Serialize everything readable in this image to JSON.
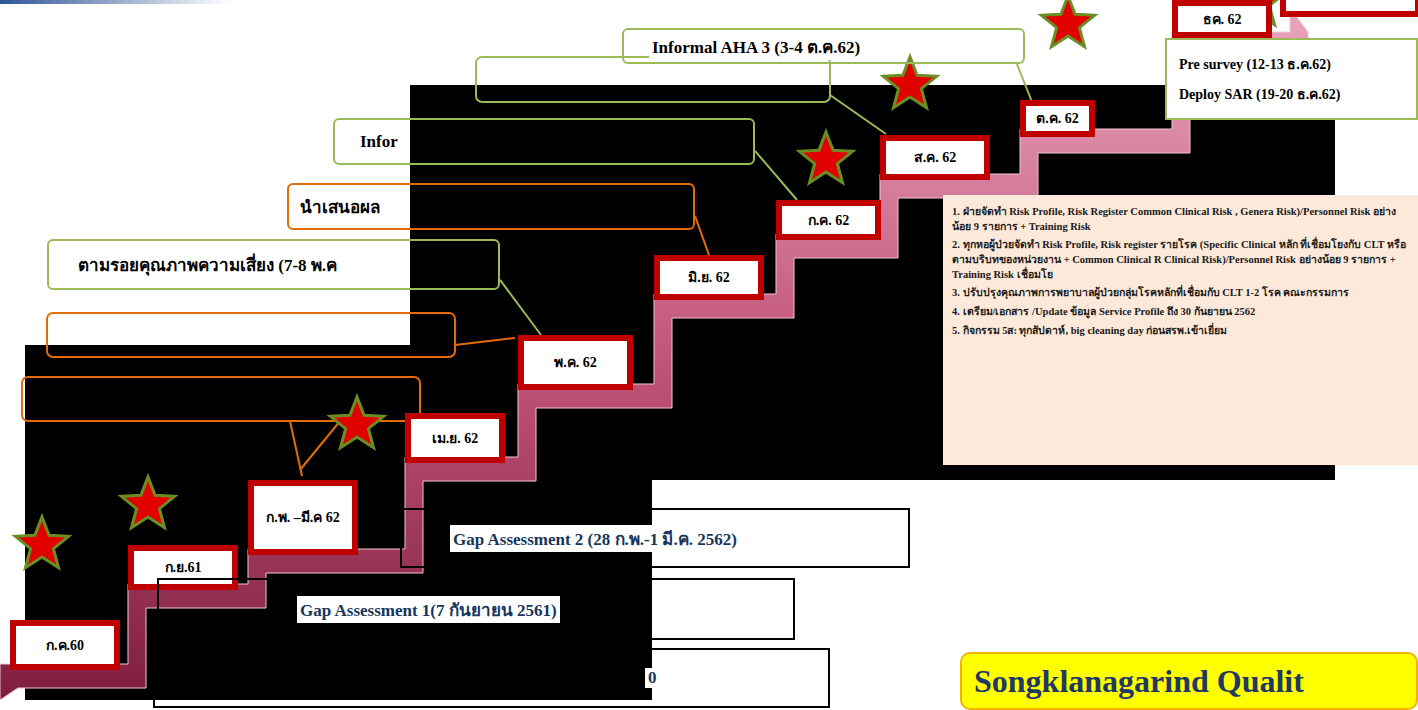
{
  "diagram": {
    "nodes": [
      {
        "text": [
          "Informal AHA 3 (3-4 ต.ค.62)"
        ]
      },
      {
        "text": [
          "ธค. 62"
        ]
      },
      {
        "text": [
          "Pre survey (12-13 ธ.ค.62)",
          "Deploy SAR (19-20 ธ.ค.62)"
        ]
      },
      {
        "text": [
          "ต.ค. 62"
        ]
      },
      {
        "text": [
          "Infor"
        ]
      },
      {
        "text": [
          "ส.ค. 62"
        ]
      },
      {
        "text": [
          "นำเสนอผล"
        ]
      },
      {
        "text": [
          "ก.ค. 62"
        ]
      },
      {
        "text": [
          "1. ฝ่ายจัดทำ Risk Profile, Risk Register Common Clinical Risk , Genera Risk)/Personnel Risk อย่างน้อย 9 รายการ + Training Risk",
          "2. ทุกหอผู้ป่วยจัดทำ Risk Profile, Risk register รายโรค (Specific Clinical หลัก ที่เชื่อมโยงกับ CLT หรือตามบริบทของหน่วยงาน + Common Clinical R Clinical Risk)/Personnel Risk อย่างน้อย 9 รายการ + Training Risk เชื่อมโย",
          "3. ปรับปรุงคุณภาพการพยาบาลผู้ป่วยกลุ่มโรคหลักที่เชื่อมกับ CLT 1-2 โรค คณะกรรมการ",
          "4. เตรียม/เอกสาร /Update ข้อมูล Service Profile ถึง 30 กันยายน 2562",
          "5. กิจกรรม 5ส: ทุกสัปดาห์, big cleaning day ก่อนสรพ.เข้าเยี่ยม"
        ]
      },
      {
        "text": [
          "ตามรอยคุณภาพความเสี่ยง (7-8 พ.ค"
        ]
      },
      {
        "text": [
          "มิ.ย. 62"
        ]
      },
      {
        "text": [
          "พ.ค. 62"
        ]
      },
      {
        "text": [
          "เม.ย. 62"
        ]
      },
      {
        "text": [
          "ก.พ. –มี.ค 62"
        ]
      },
      {
        "text": [
          "Gap Assessment 2 (28 ก.พ.-1 มี.ค. 2562)"
        ]
      },
      {
        "text": [
          "ก.ย.61"
        ]
      },
      {
        "text": [
          "Gap Assessment 1(7 กันยายน 2561)"
        ]
      },
      {
        "text": [
          "ก.ค.60"
        ]
      },
      {
        "text": [
          "0"
        ]
      },
      {
        "text": [
          "Songklanagarind Qualit"
        ]
      }
    ],
    "edges": [
      {
        "from": 0,
        "to": 3,
        "arrow": "none"
      },
      {
        "from": 4,
        "to": 7,
        "arrow": "none"
      },
      {
        "from": 6,
        "to": 10,
        "arrow": "none"
      },
      {
        "from": 9,
        "to": 11,
        "arrow": "none"
      }
    ]
  }
}
